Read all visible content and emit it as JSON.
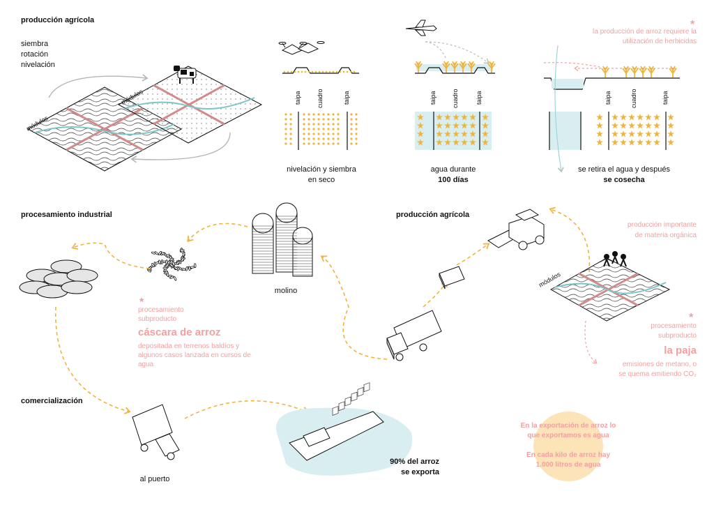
{
  "colors": {
    "accent_orange": "#f0b43c",
    "accent_pink": "#f2a0a0",
    "water": "#d9eef0",
    "text": "#111111"
  },
  "top": {
    "heading": "producción agrícola",
    "steps": [
      "siembra",
      "rotación",
      "nivelación"
    ],
    "modulos_1": "módulos",
    "modulos_2": "módulos",
    "panel1": {
      "labels": [
        "taipa",
        "cuadro",
        "taipa"
      ],
      "caption_1": "nivelación y siembra",
      "caption_2": "en seco"
    },
    "panel2": {
      "labels": [
        "taipa",
        "cuadro",
        "taipa"
      ],
      "caption_1": "agua durante",
      "caption_2": "100 días"
    },
    "panel3": {
      "labels": [
        "taipa",
        "cuadro",
        "taipa"
      ],
      "caption_1": "se retira el agua y después",
      "caption_2": "se cosecha",
      "note_star": "*",
      "note_1": "la producción de arroz requiere la",
      "note_2": "utilización de herbicidas"
    }
  },
  "industrial": {
    "heading": "procesamiento industrial",
    "mill_label": "molino",
    "star": "*",
    "sub_1": "procesamiento",
    "sub_2": "subproducto",
    "title": "cáscara de arroz",
    "desc_1": "depositada en terrenos baldíos y",
    "desc_2": "algunos casos lanzada en cursos de",
    "desc_3": "agua"
  },
  "agri2": {
    "heading": "producción agrícola",
    "organic_1": "producción importante",
    "organic_2": "de materia orgánica",
    "modulos": "módulos",
    "star": "*",
    "sub_1": "procesamiento",
    "sub_2": "subproducto",
    "title": "la paja",
    "desc_1": "emisiones de metano, o",
    "desc_2": "se quema emitiendo CO₂"
  },
  "commerce": {
    "heading": "comercialización",
    "port_label": "al puerto",
    "export_1": "90% del arroz",
    "export_2": "se exporta"
  },
  "water_note": {
    "line_1": "En la exportación de arroz lo",
    "line_2": "que exportamos es agua",
    "line_3": "En cada kilo de arroz hay",
    "line_4": "1.000 litros de agua"
  },
  "icons": [
    "drone-icon",
    "airplane-icon",
    "cow-icon",
    "silo-icon",
    "rice-husk-pile-icon",
    "rice-bags-icon",
    "harvester-icon",
    "trailer-icon",
    "truck-icon",
    "ship-icon",
    "rice-plant-icon"
  ]
}
